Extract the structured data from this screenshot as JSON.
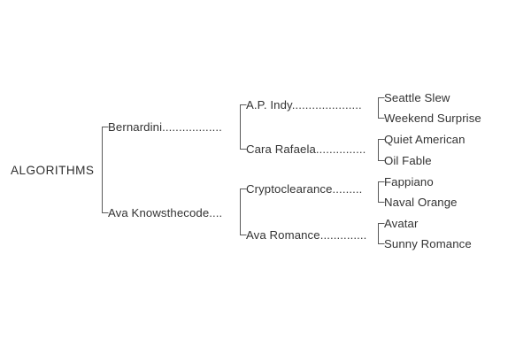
{
  "chart_data": {
    "type": "diagram",
    "diagram_kind": "pedigree-tree",
    "title": "",
    "orientation": "left-to-right",
    "generations": 4,
    "root": "ALGORITHMS",
    "nodes": [
      {
        "id": "root",
        "label": "ALGORITHMS",
        "generation": 0
      },
      {
        "id": "g1a",
        "label": "Bernardini",
        "generation": 1,
        "parent": "root"
      },
      {
        "id": "g1b",
        "label": "Ava Knowsthecode",
        "generation": 1,
        "parent": "root"
      },
      {
        "id": "g2a",
        "label": "A.P. Indy",
        "generation": 2,
        "parent": "g1a"
      },
      {
        "id": "g2b",
        "label": "Cara Rafaela",
        "generation": 2,
        "parent": "g1a"
      },
      {
        "id": "g2c",
        "label": "Cryptoclearance",
        "generation": 2,
        "parent": "g1b"
      },
      {
        "id": "g2d",
        "label": "Ava Romance",
        "generation": 2,
        "parent": "g1b"
      },
      {
        "id": "g3a",
        "label": "Seattle Slew",
        "generation": 3,
        "parent": "g2a"
      },
      {
        "id": "g3b",
        "label": "Weekend Surprise",
        "generation": 3,
        "parent": "g2a"
      },
      {
        "id": "g3c",
        "label": "Quiet American",
        "generation": 3,
        "parent": "g2b"
      },
      {
        "id": "g3d",
        "label": "Oil Fable",
        "generation": 3,
        "parent": "g2b"
      },
      {
        "id": "g3e",
        "label": "Fappiano",
        "generation": 3,
        "parent": "g2c"
      },
      {
        "id": "g3f",
        "label": "Naval Orange",
        "generation": 3,
        "parent": "g2c"
      },
      {
        "id": "g3g",
        "label": "Avatar",
        "generation": 3,
        "parent": "g2d"
      },
      {
        "id": "g3h",
        "label": "Sunny Romance",
        "generation": 3,
        "parent": "g2d"
      }
    ],
    "line_color": "#5a5a5a",
    "text_color": "#333333",
    "background": "#ffffff"
  },
  "tree": {
    "root": {
      "label": "ALGORITHMS"
    },
    "gen1": [
      {
        "label": "Bernardini",
        "leader": ".................."
      },
      {
        "label": "Ava Knowsthecode",
        "leader": "...."
      }
    ],
    "gen2": [
      {
        "label": "A.P. Indy",
        "leader": "....................."
      },
      {
        "label": "Cara Rafaela",
        "leader": "..............."
      },
      {
        "label": "Cryptoclearance",
        "leader": "........."
      },
      {
        "label": "Ava Romance",
        "leader": ".............."
      }
    ],
    "gen3": [
      {
        "label": "Seattle Slew"
      },
      {
        "label": "Weekend Surprise"
      },
      {
        "label": "Quiet American"
      },
      {
        "label": "Oil Fable"
      },
      {
        "label": "Fappiano"
      },
      {
        "label": "Naval Orange"
      },
      {
        "label": "Avatar"
      },
      {
        "label": "Sunny Romance"
      }
    ]
  }
}
